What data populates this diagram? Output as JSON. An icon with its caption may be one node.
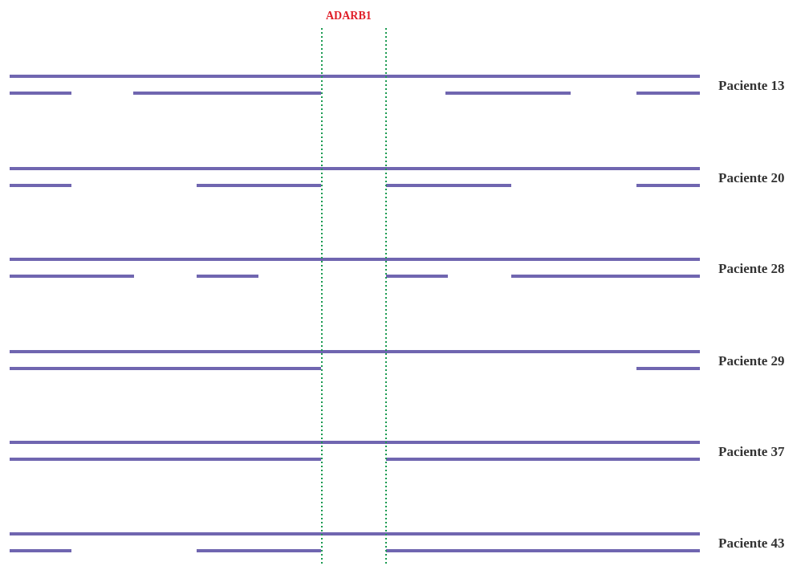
{
  "diagram": {
    "labels": [
      "ADARB1",
      "Paciente 13",
      "Paciente 20",
      "Paciente 28",
      "Paciente 29",
      "Paciente 37",
      "Paciente 43"
    ]
  }
}
